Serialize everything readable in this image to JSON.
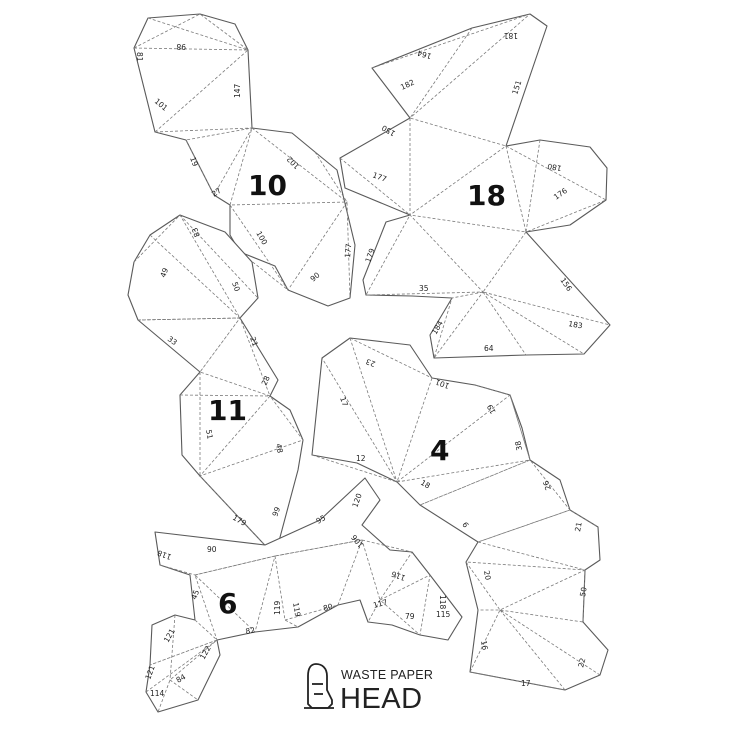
{
  "pieces": [
    {
      "id": "10",
      "labels": [
        "98",
        "81",
        "101",
        "147",
        "19",
        "27",
        "102",
        "100",
        "177",
        "90"
      ]
    },
    {
      "id": "18",
      "labels": [
        "181",
        "164",
        "182",
        "151",
        "150",
        "177",
        "180",
        "176",
        "179",
        "35",
        "156",
        "184",
        "64",
        "183"
      ]
    },
    {
      "id": "11",
      "labels": [
        "83",
        "49",
        "50",
        "33",
        "21",
        "28",
        "51",
        "48",
        "179",
        "99"
      ]
    },
    {
      "id": "4",
      "labels": [
        "23",
        "17",
        "101",
        "19",
        "12",
        "38",
        "18",
        "26",
        "6",
        "21",
        "20",
        "50",
        "16",
        "22",
        "17"
      ]
    },
    {
      "id": "6",
      "labels": [
        "118",
        "90",
        "95",
        "120",
        "106",
        "116",
        "45",
        "119",
        "119",
        "80",
        "117",
        "118",
        "115",
        "79",
        "82",
        "121",
        "122",
        "121",
        "84",
        "114"
      ]
    }
  ],
  "brand": {
    "line1": "WASTE PAPER",
    "line2": "HEAD",
    "logo_icon": "moai-head-icon"
  },
  "colors": {
    "outline": "#5a5a5a",
    "fold": "#7a7a7a",
    "text": "#111111"
  }
}
